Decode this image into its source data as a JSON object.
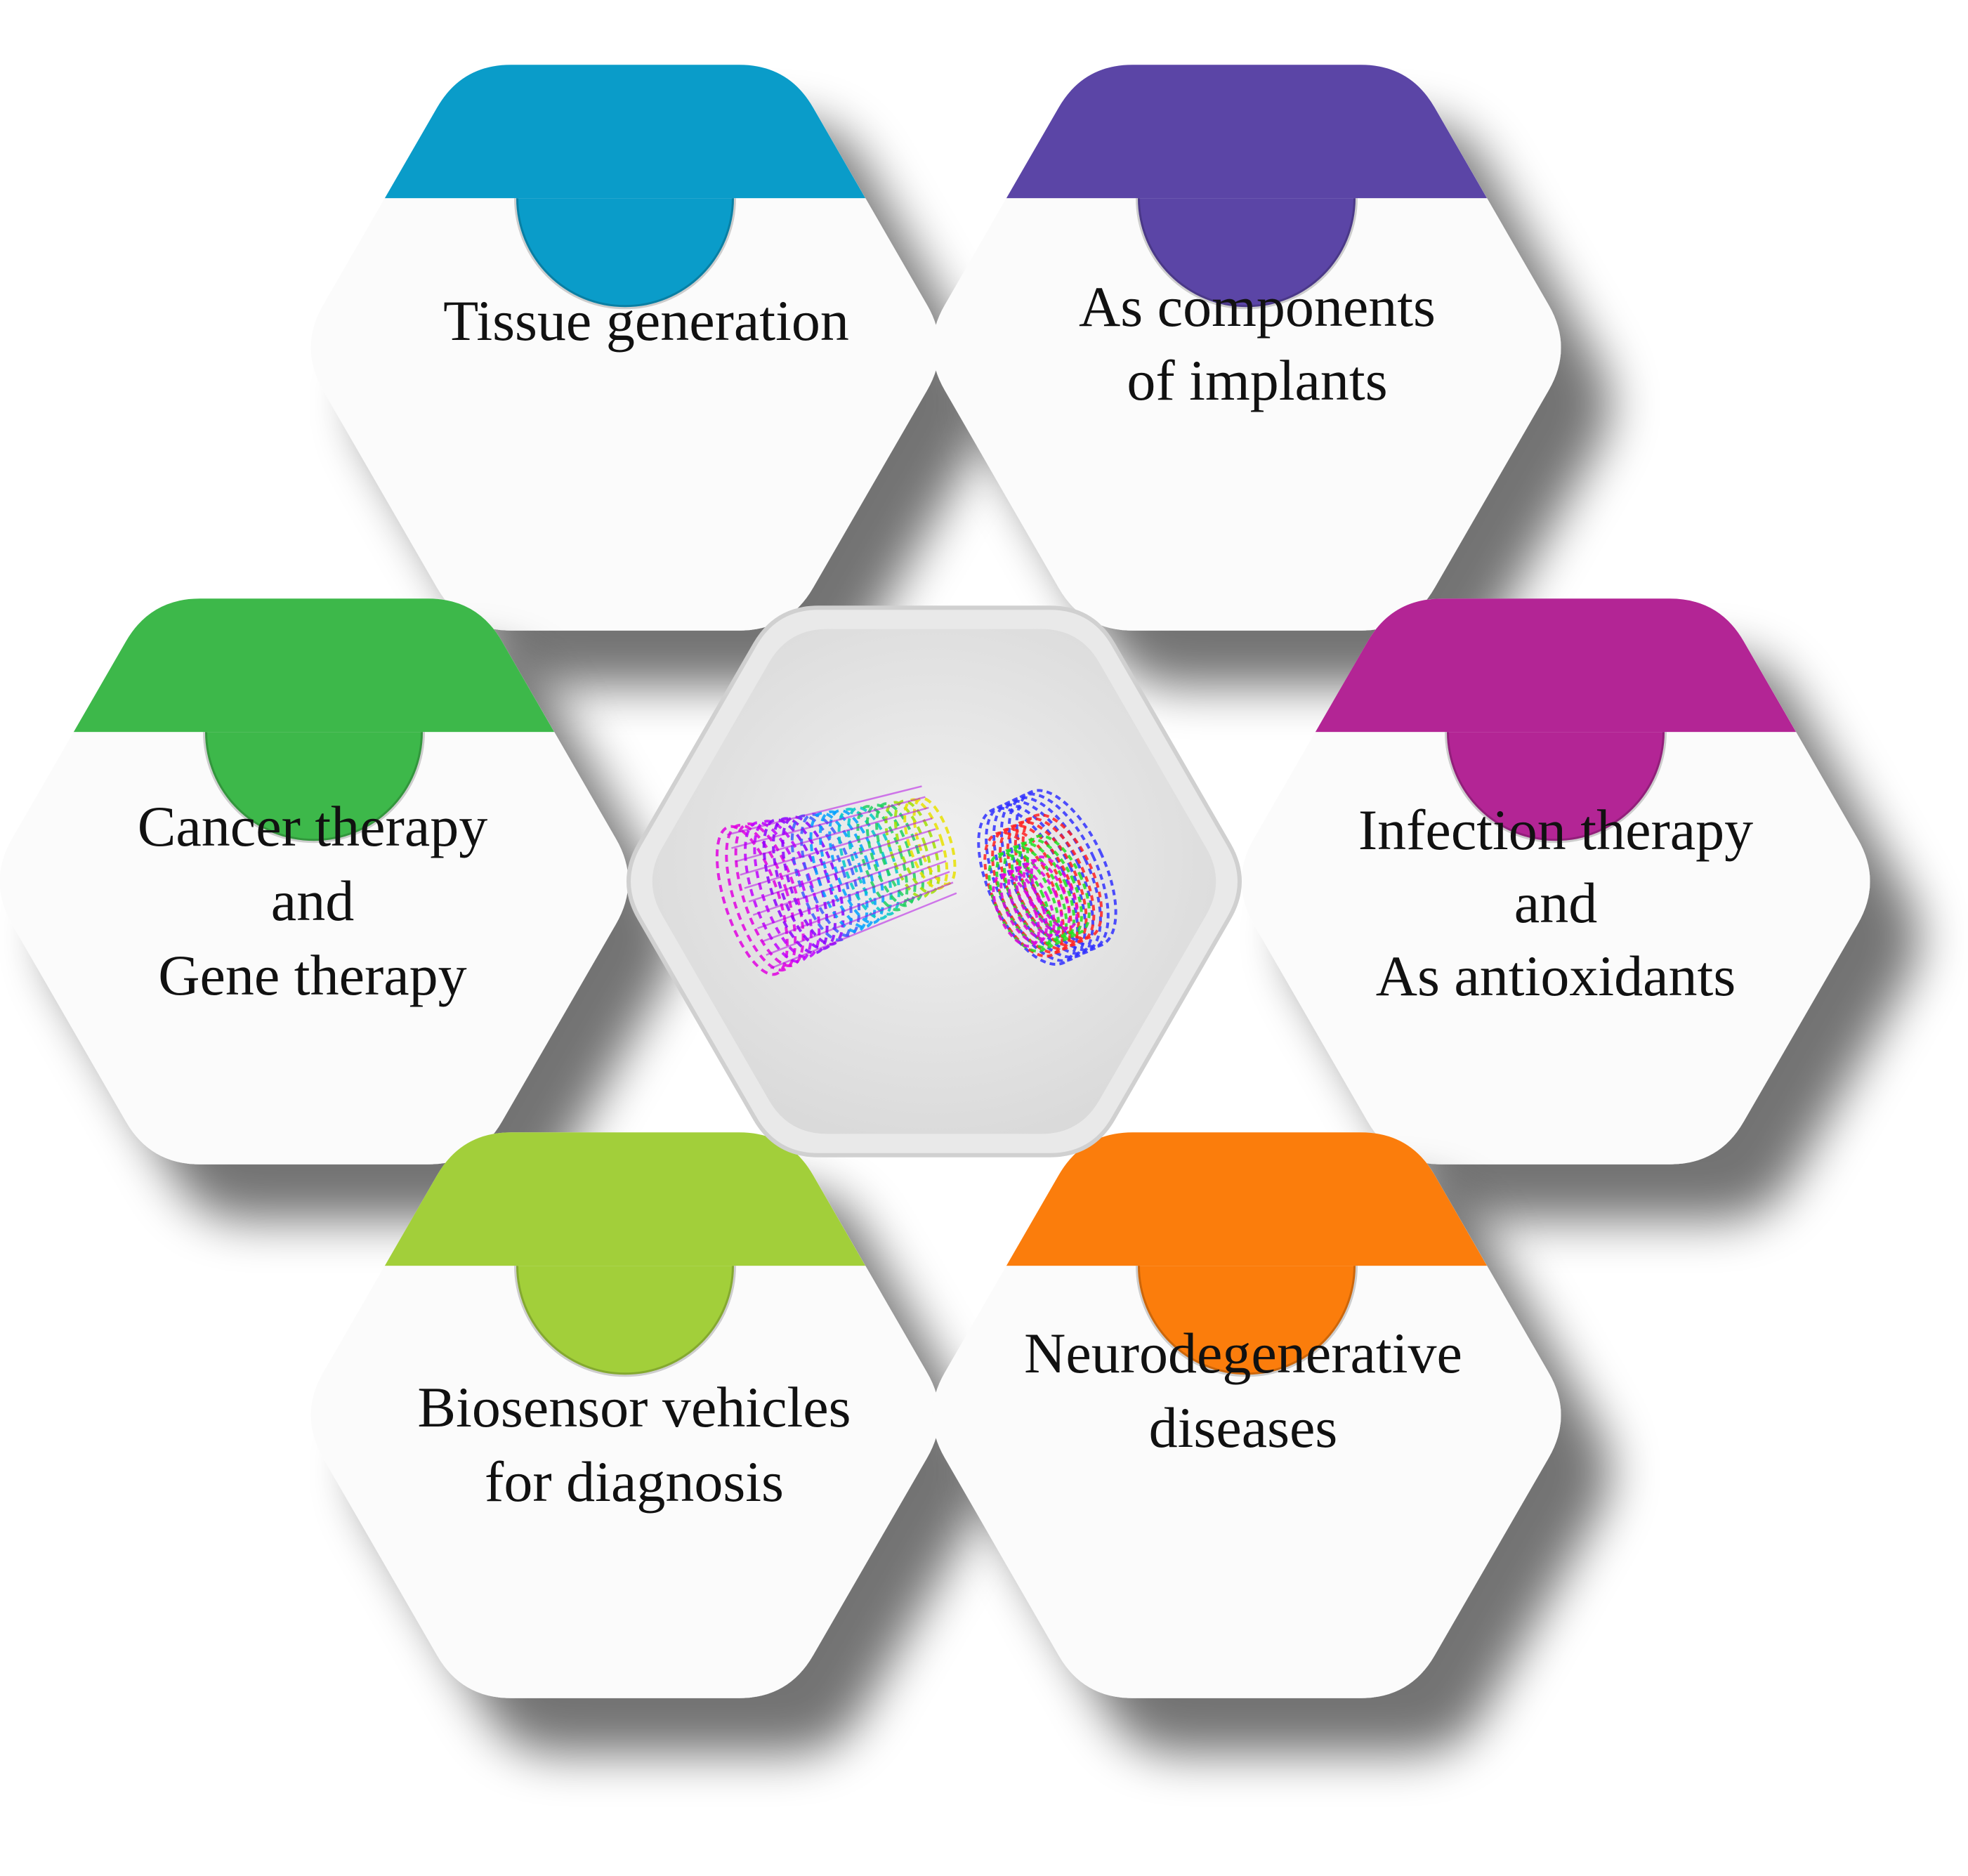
{
  "hexes": [
    {
      "id": "tissue-generation",
      "color": "#0a9cc9",
      "lines": [
        "Tissue generation"
      ]
    },
    {
      "id": "implants",
      "color": "#5b45a6",
      "lines": [
        "As components",
        "of implants"
      ]
    },
    {
      "id": "cancer-gene-therapy",
      "color": "#3db84a",
      "lines": [
        "Cancer therapy",
        "and",
        "Gene therapy"
      ]
    },
    {
      "id": "infection-antioxidants",
      "color": "#b32595",
      "lines": [
        "Infection therapy",
        "and",
        "As antioxidants"
      ]
    },
    {
      "id": "biosensor",
      "color": "#a2cf3a",
      "lines": [
        "Biosensor vehicles",
        "for diagnosis"
      ]
    },
    {
      "id": "neurodegenerative",
      "color": "#fb7d0c",
      "lines": [
        "Neurodegenerative",
        "diseases"
      ]
    }
  ],
  "center": {
    "image": "carbon-nanotube-illustration"
  }
}
